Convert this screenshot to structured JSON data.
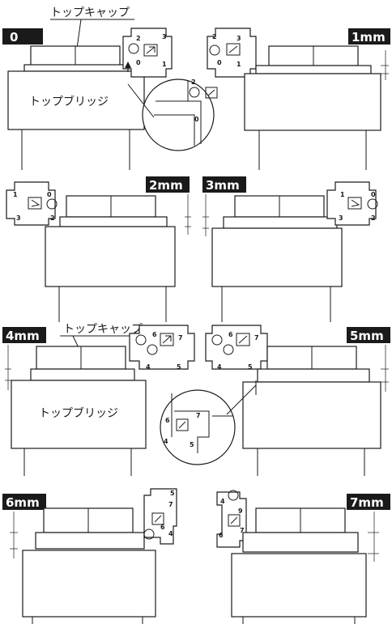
{
  "labels": {
    "top_cap": "トップキャップ",
    "top_bridge": "トップブリッジ"
  },
  "badges": [
    "0",
    "1mm",
    "2mm",
    "3mm",
    "4mm",
    "5mm",
    "6mm",
    "7mm"
  ],
  "plate_numbers": {
    "p0": [
      "2",
      "3",
      "0",
      "1"
    ],
    "p1": [
      "2",
      "3",
      "0",
      "1"
    ],
    "zoom1": [
      "2",
      "0"
    ],
    "p2": [
      "1",
      "0",
      "3",
      "2"
    ],
    "p3": [
      "1",
      "0",
      "3",
      "2"
    ],
    "p4": [
      "6",
      "7",
      "4",
      "5"
    ],
    "p5": [
      "6",
      "7",
      "4",
      "5"
    ],
    "zoom2": [
      "6",
      "7",
      "4",
      "5"
    ],
    "p6": [
      "7",
      "5",
      "6",
      "4"
    ],
    "p7": [
      "4",
      "9",
      "7",
      "6"
    ]
  }
}
